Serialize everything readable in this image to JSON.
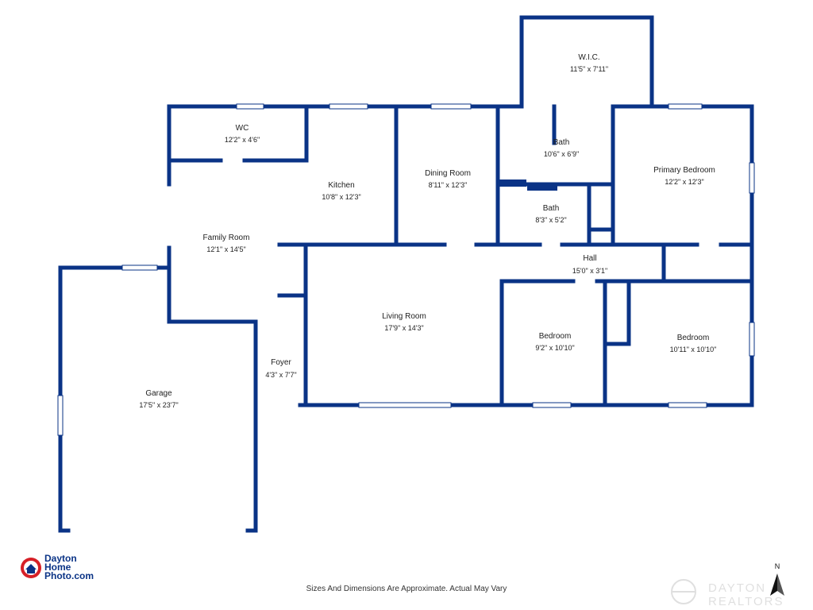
{
  "colors": {
    "wall": "#0a3386",
    "window": "#c9d3e3",
    "text": "#222222",
    "logo_red": "#d62027"
  },
  "rooms": {
    "wic": {
      "name": "W.I.C.",
      "dims": "11'5\" x 7'11\""
    },
    "wc": {
      "name": "WC",
      "dims": "12'2\" x 4'6\""
    },
    "kitchen": {
      "name": "Kitchen",
      "dims": "10'8\" x 12'3\""
    },
    "dining": {
      "name": "Dining Room",
      "dims": "8'11\" x 12'3\""
    },
    "bath1": {
      "name": "Bath",
      "dims": "10'6\" x 6'9\""
    },
    "primary_bedroom": {
      "name": "Primary Bedroom",
      "dims": "12'2\" x 12'3\""
    },
    "bath2": {
      "name": "Bath",
      "dims": "8'3\" x 5'2\""
    },
    "family": {
      "name": "Family Room",
      "dims": "12'1\" x 14'5\""
    },
    "hall": {
      "name": "Hall",
      "dims": "15'0\" x 3'1\""
    },
    "living": {
      "name": "Living Room",
      "dims": "17'9\" x 14'3\""
    },
    "bedroom1": {
      "name": "Bedroom",
      "dims": "9'2\" x 10'10\""
    },
    "bedroom2": {
      "name": "Bedroom",
      "dims": "10'11\" x 10'10\""
    },
    "foyer": {
      "name": "Foyer",
      "dims": "4'3\" x 7'7\""
    },
    "garage": {
      "name": "Garage",
      "dims": "17'5\" x 23'7\""
    }
  },
  "logo": {
    "line1": "Dayton",
    "line2": "Home",
    "line3": "Photo.com",
    "icon": "house-pin-icon"
  },
  "disclaimer": "Sizes And Dimensions Are Approximate. Actual May Vary",
  "compass": {
    "label": "N",
    "icon": "north-arrow-icon"
  },
  "watermark": {
    "text": "DAYTON REALTORS",
    "icon": "realtors-watermark-icon"
  }
}
